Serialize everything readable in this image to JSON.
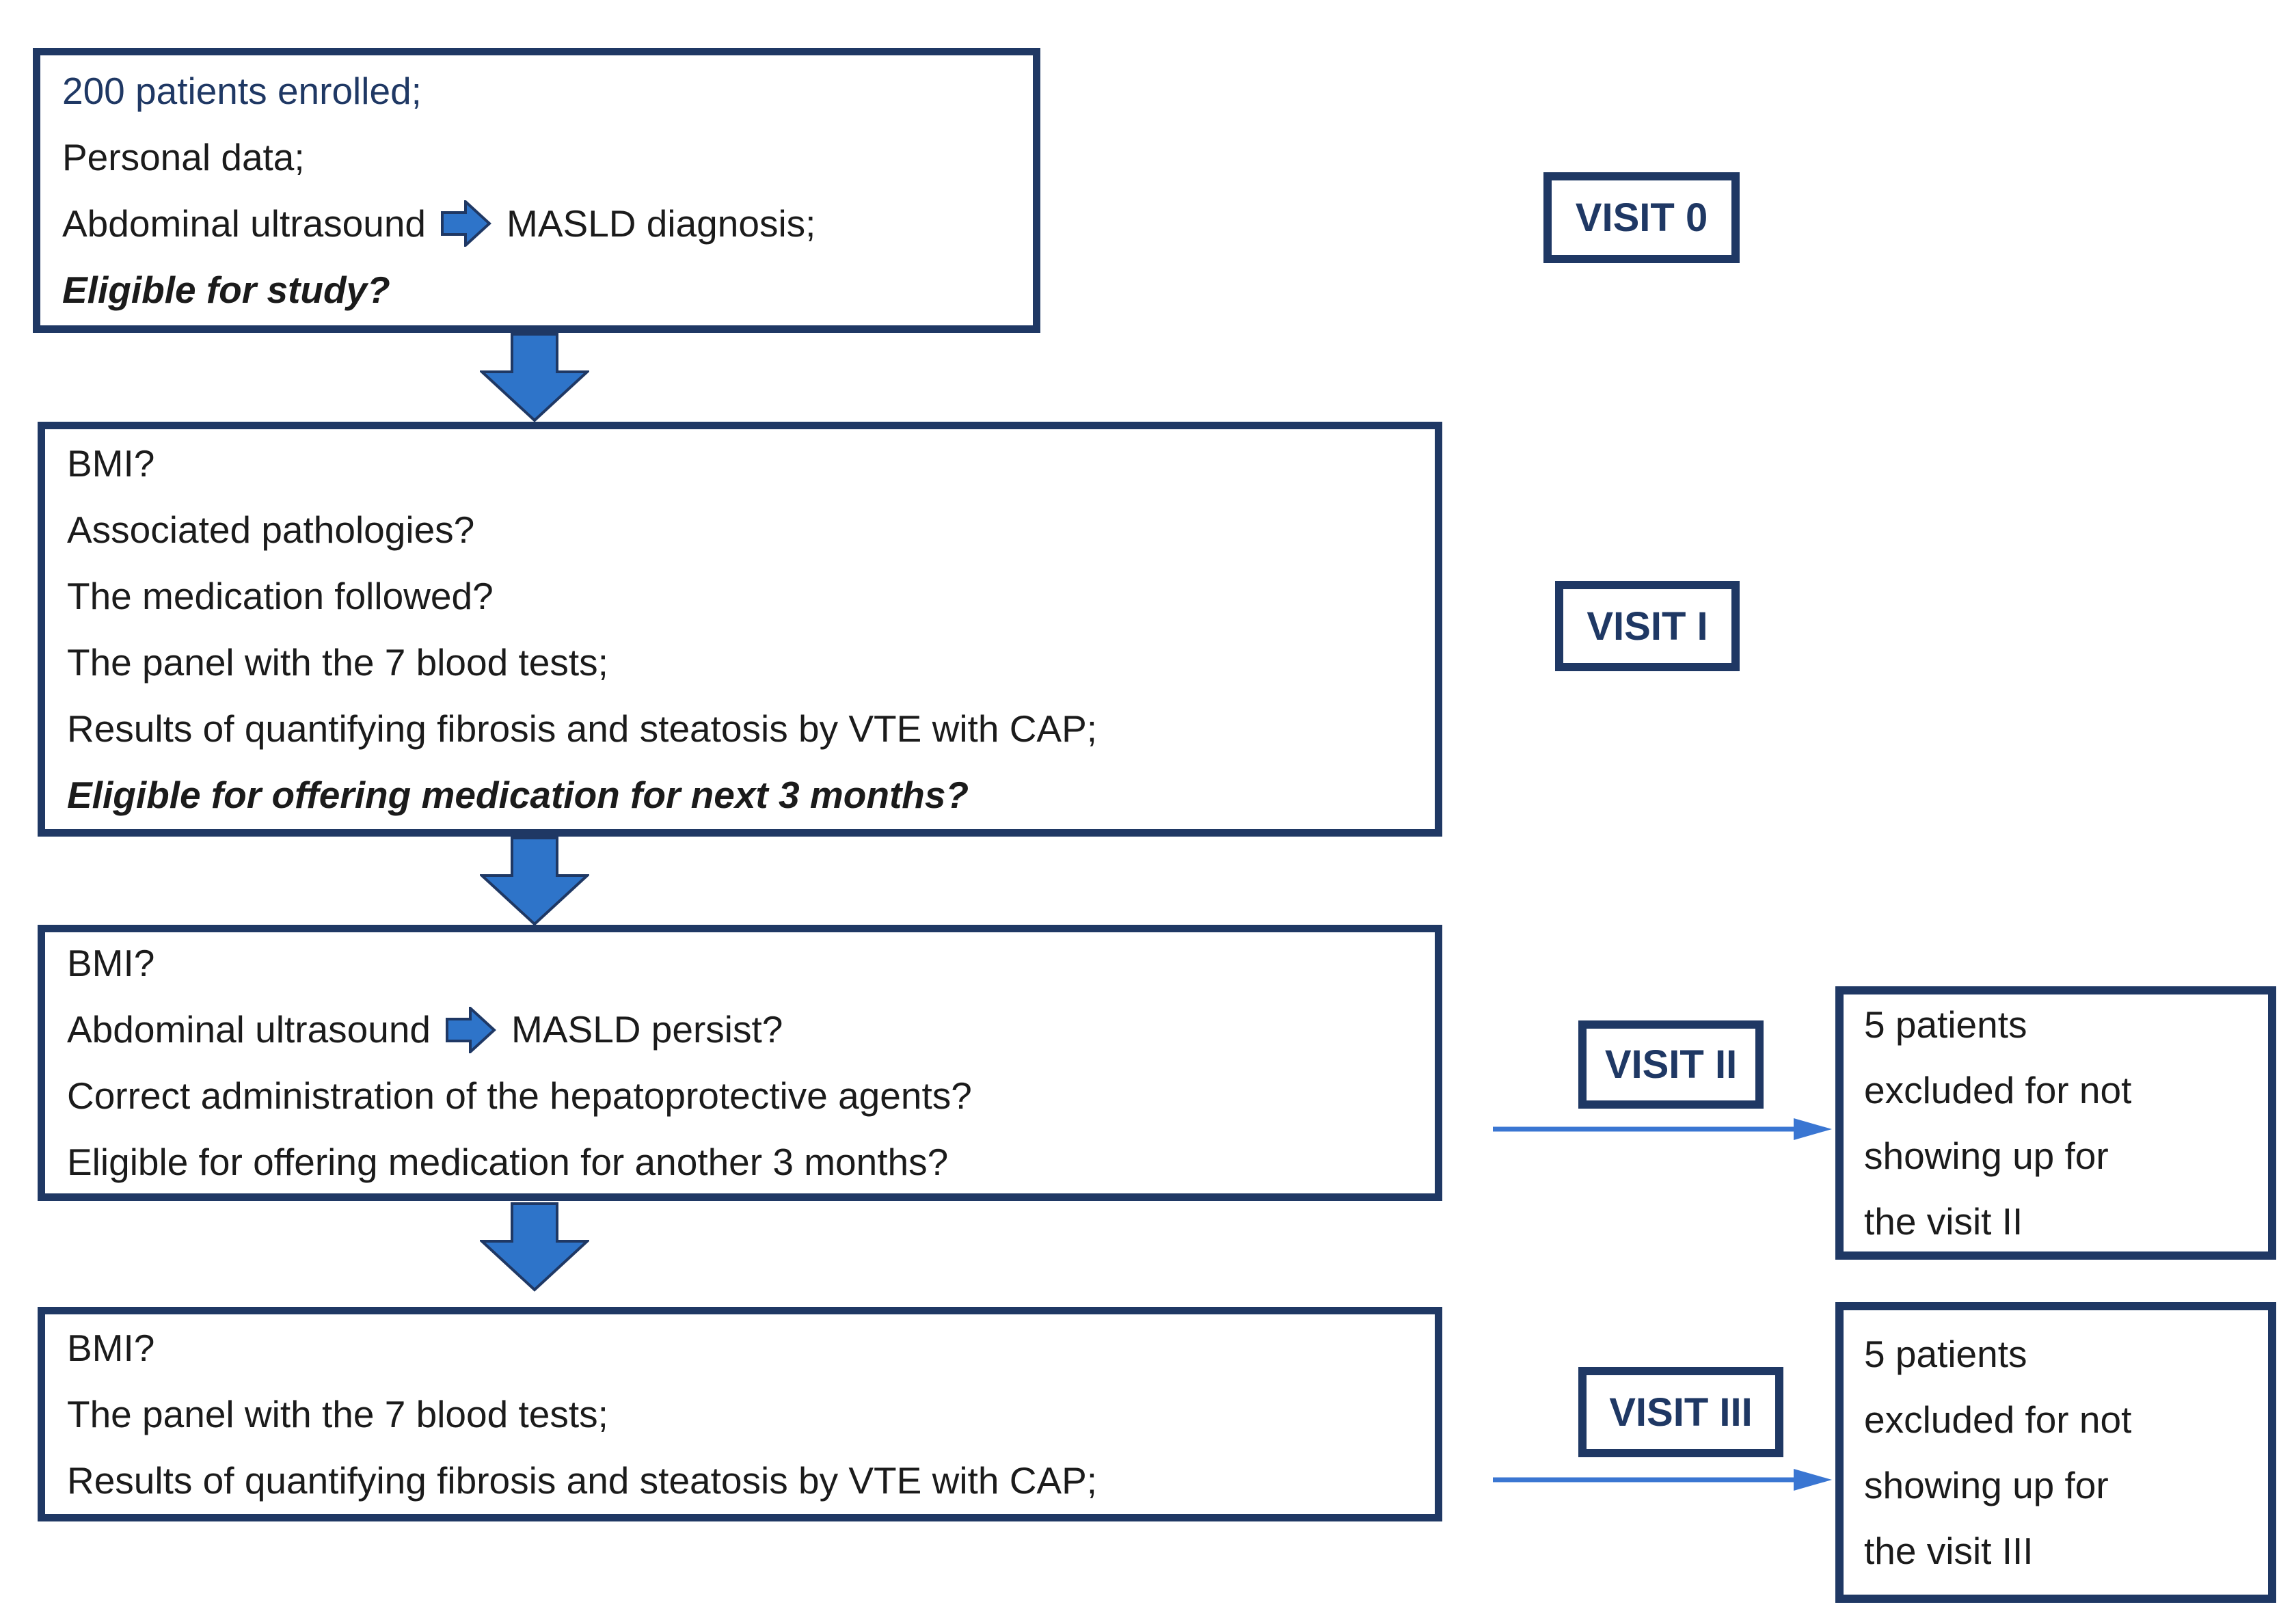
{
  "colors": {
    "navy": "#1f3864",
    "blue_fill": "#2e74c9",
    "connector": "#3a76d2"
  },
  "box1": {
    "line1": "200 patients enrolled;",
    "line2": "Personal data;",
    "line3_pre": "Abdominal ultrasound",
    "line3_post": "MASLD diagnosis;",
    "line4": "Eligible for study?"
  },
  "box2": {
    "line1": "BMI?",
    "line2": "Associated pathologies?",
    "line3": "The medication followed?",
    "line4": "The panel with the 7 blood tests;",
    "line5": "Results of quantifying fibrosis and steatosis by VTE with CAP;",
    "line6": "Eligible for offering medication for next 3 months?"
  },
  "box3": {
    "line1": "BMI?",
    "line2_pre": "Abdominal ultrasound",
    "line2_post": "MASLD persist?",
    "line3": "Correct administration of the hepatoprotective agents?",
    "line4": "Eligible for offering medication for another 3 months?"
  },
  "box4": {
    "line1": "BMI?",
    "line2": "The panel with the 7 blood tests;",
    "line3": "Results of quantifying fibrosis and steatosis by VTE with CAP;"
  },
  "visits": {
    "v0": "VISIT 0",
    "v1": "VISIT I",
    "v2": "VISIT II",
    "v3": "VISIT III"
  },
  "excl2": {
    "line1": "5 patients",
    "line2": "excluded for not",
    "line3": "showing up for",
    "line4": "the visit II"
  },
  "excl3": {
    "line1": "5 patients",
    "line2": "excluded for not",
    "line3": "showing up for",
    "line4": "the visit III"
  }
}
